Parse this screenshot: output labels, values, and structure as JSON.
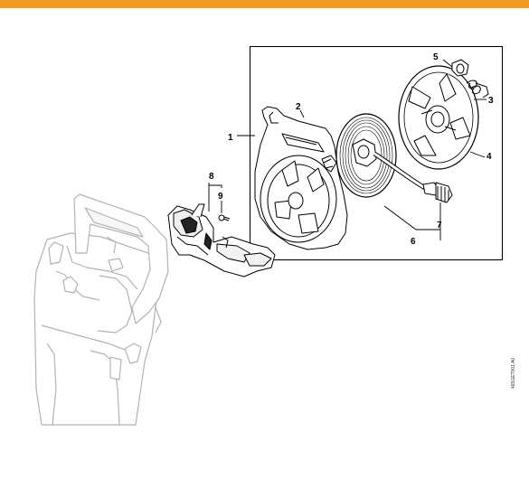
{
  "header": {
    "accent_color": "#f59a23"
  },
  "diagram": {
    "callouts": [
      "1",
      "2",
      "3",
      "4",
      "5",
      "6",
      "7",
      "8",
      "9"
    ],
    "reference_code": "465GET001 A0"
  }
}
